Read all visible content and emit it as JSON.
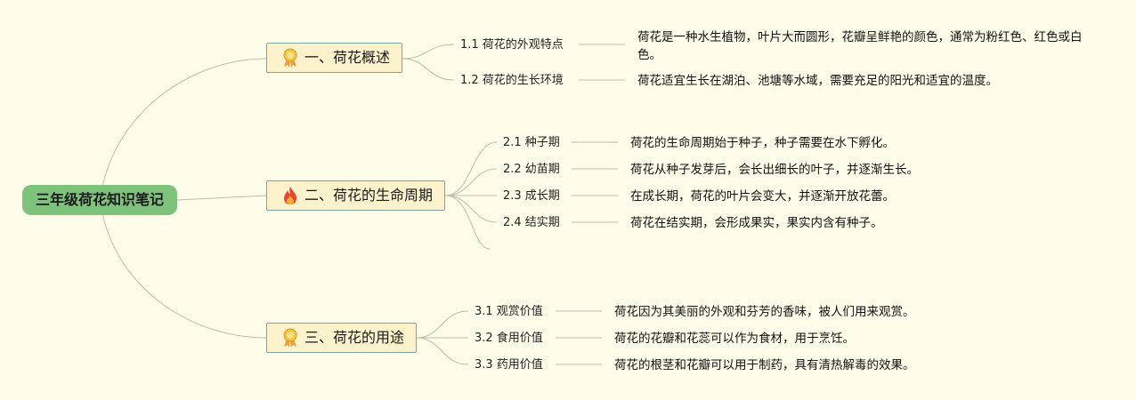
{
  "colors": {
    "background": "#fdfdea",
    "root": "#7ec37c",
    "branch_fill": "#fcf2cc",
    "branch_border": "#7aa7a3",
    "line": "#bdbdaa"
  },
  "root": {
    "label": "三年级荷花知识笔记"
  },
  "branches": [
    {
      "label": "一、荷花概述",
      "icon": "ribbon-badge-icon",
      "children": [
        {
          "label": "1.1 荷花的外观特点",
          "desc": "荷花是一种水生植物，叶片大而圆形，花瓣呈鲜艳的颜色，通常为粉红色、红色或白色。"
        },
        {
          "label": "1.2 荷花的生长环境",
          "desc": "荷花适宜生长在湖泊、池塘等水域，需要充足的阳光和适宜的温度。"
        }
      ]
    },
    {
      "label": "二、荷花的生命周期",
      "icon": "fire-icon",
      "children": [
        {
          "label": "2.1 种子期",
          "desc": "荷花的生命周期始于种子，种子需要在水下孵化。"
        },
        {
          "label": "2.2 幼苗期",
          "desc": "荷花从种子发芽后，会长出细长的叶子，并逐渐生长。"
        },
        {
          "label": "2.3 成长期",
          "desc": "在成长期，荷花的叶片会变大，并逐渐开放花蕾。"
        },
        {
          "label": "2.4 结实期",
          "desc": "荷花在结实期，会形成果实，果实内含有种子。"
        }
      ]
    },
    {
      "label": "三、荷花的用途",
      "icon": "ribbon-badge-icon",
      "children": [
        {
          "label": "3.1 观赏价值",
          "desc": "荷花因为其美丽的外观和芬芳的香味，被人们用来观赏。"
        },
        {
          "label": "3.2 食用价值",
          "desc": "荷花的花瓣和花蕊可以作为食材，用于烹饪。"
        },
        {
          "label": "3.3 药用价值",
          "desc": "荷花的根茎和花瓣可以用于制药，具有清热解毒的效果。"
        }
      ]
    }
  ]
}
